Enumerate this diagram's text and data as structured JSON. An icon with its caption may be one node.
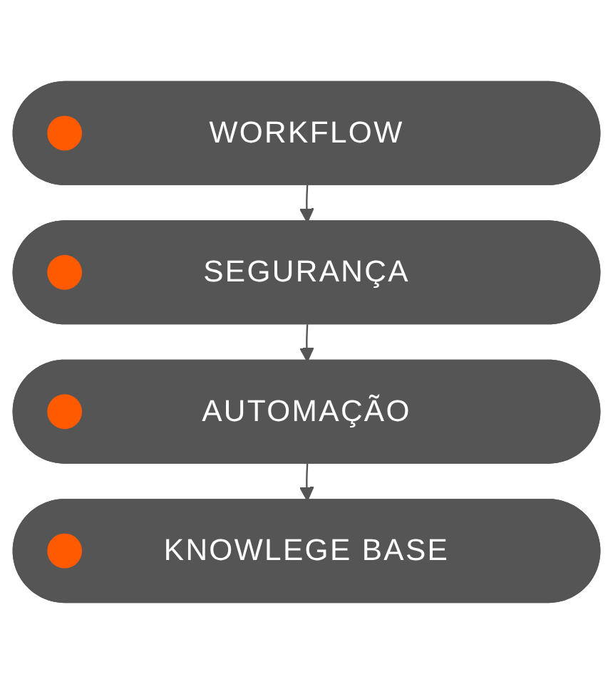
{
  "diagram": {
    "nodes": [
      {
        "text": [
          "WORKFLOW"
        ]
      },
      {
        "text": [
          "SEGURANÇA"
        ]
      },
      {
        "text": [
          "AUTOMAÇÃO"
        ]
      },
      {
        "text": [
          "KNOWLEGE BASE"
        ]
      }
    ],
    "edges": [
      {
        "from": 0,
        "to": 1,
        "arrow": "to"
      },
      {
        "from": 1,
        "to": 2,
        "arrow": "to"
      },
      {
        "from": 2,
        "to": 3,
        "arrow": "to"
      }
    ]
  }
}
